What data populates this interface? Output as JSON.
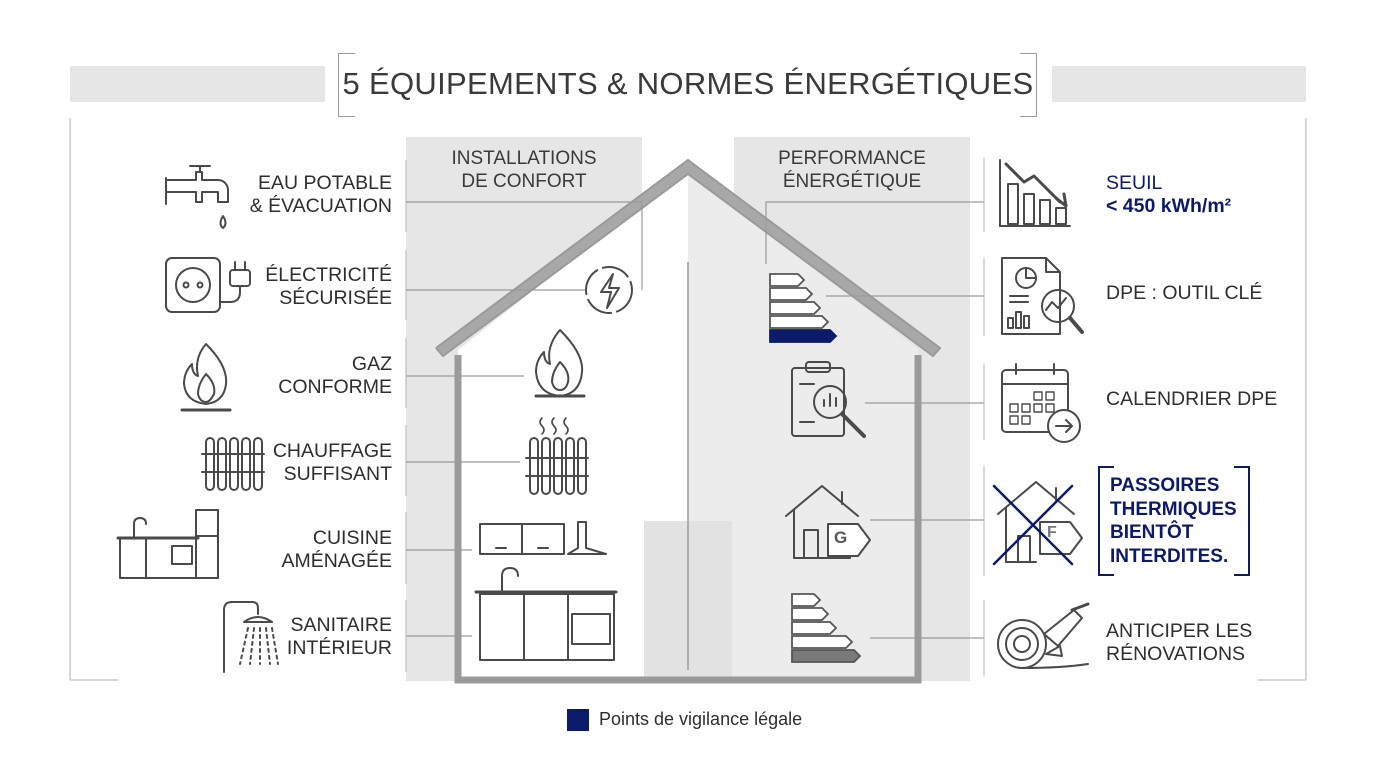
{
  "title": "5 ÉQUIPEMENTS & NORMES ÉNERGÉTIQUES",
  "columns": {
    "left": [
      "INSTALLATIONS",
      "DE CONFORT"
    ],
    "right": [
      "PERFORMANCE",
      "ÉNERGÉTIQUE"
    ]
  },
  "comfort_items": [
    {
      "line1": "EAU POTABLE",
      "line2": "& ÉVACUATION",
      "icon": "faucet-icon"
    },
    {
      "line1": "ÉLECTRICITÉ",
      "line2": "SÉCURISÉE",
      "icon": "power-socket-icon"
    },
    {
      "line1": "GAZ",
      "line2": "CONFORME",
      "icon": "gas-flame-icon"
    },
    {
      "line1": "CHAUFFAGE",
      "line2": "SUFFISANT",
      "icon": "radiator-icon"
    },
    {
      "line1": "CUISINE",
      "line2": "AMÉNAGÉE",
      "icon": "kitchen-icon"
    },
    {
      "line1": "SANITAIRE",
      "line2": "INTÉRIEUR",
      "icon": "shower-icon"
    }
  ],
  "energy_items": [
    {
      "line1": "SEUIL",
      "line2": "< 450 kWh/m²",
      "icon": "declining-chart-icon",
      "highlight": true
    },
    {
      "line1": "DPE : OUTIL CLÉ",
      "line2": "",
      "icon": "report-magnifier-icon",
      "highlight": false
    },
    {
      "line1": "CALENDRIER DPE",
      "line2": "",
      "icon": "calendar-arrow-icon",
      "highlight": false
    },
    {
      "line1": "PASSOIRES",
      "line2": "THERMIQUES",
      "line3": "BIENTÔT",
      "line4": "INTERDITES.",
      "icon": "crossed-house-f-icon",
      "highlight": true
    },
    {
      "line1": "ANTICIPER LES",
      "line2": "RÉNOVATIONS",
      "icon": "insulation-roll-trowel-icon",
      "highlight": false
    }
  ],
  "house_labels": {
    "g_badge": "G",
    "f_badge": "F"
  },
  "legend": {
    "label": "Points de vigilance légale",
    "color": "#0c1a6a"
  },
  "colors": {
    "accent": "#0c1a6a",
    "panel": "#e6e6e6",
    "line": "#8a8a8a"
  }
}
